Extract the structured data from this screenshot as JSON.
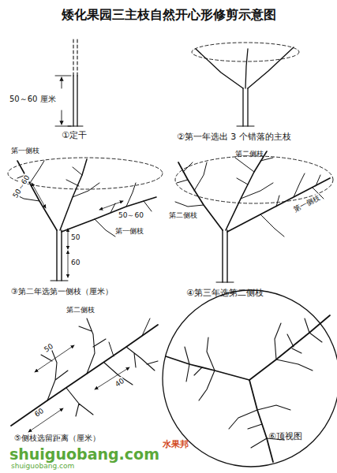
{
  "diagram": {
    "title": "矮化果园三主枝自然开心形修剪示意图",
    "labels": [
      "50～60 厘米",
      "①定干",
      "②第一年选出 3 个错落的主枝",
      "第一侧枝",
      "50～60",
      "50～60",
      "第一侧枝",
      "50",
      "60",
      "③第二年选第一侧枝（厘米）",
      "第二侧枝",
      "第二侧枝",
      "第一侧枝",
      "④第三年选第二侧枝",
      "第二侧枝",
      "50",
      "40",
      "60",
      "⑤侧枝选留距离（厘米）",
      "⑥顶视图",
      "shuiguobang.com",
      "水果邦",
      "shuiguobang.com"
    ]
  }
}
